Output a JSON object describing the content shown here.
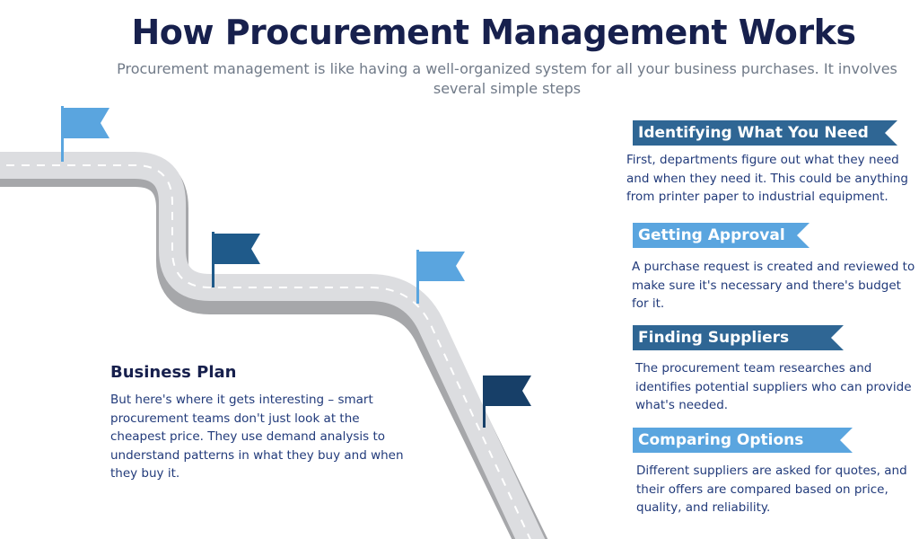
{
  "header": {
    "title": "How Procurement Management Works",
    "subtitle": "Procurement management is like having a well-organized system for all your business purchases. It involves several simple steps"
  },
  "business_plan": {
    "heading": "Business Plan",
    "text": "But here's where it gets interesting – smart procurement teams don't just look at the cheapest price. They use demand analysis to understand patterns in what they buy and when they buy it."
  },
  "steps": [
    {
      "title": "Identifying What You Need",
      "text": "First, departments figure out what they need and when they need it. This could be anything from printer paper to industrial equipment.",
      "color": "#2f6694"
    },
    {
      "title": "Getting Approval",
      "text": "A purchase request is created and reviewed to make sure it's necessary and there's budget for it.",
      "color": "#5aa5df"
    },
    {
      "title": "Finding Suppliers",
      "text": "The procurement team researches and identifies potential suppliers who can provide what's needed.",
      "color": "#2f6694"
    },
    {
      "title": "Comparing Options",
      "text": "Different suppliers are asked for quotes, and their offers are compared based on price, quality, and reliability.",
      "color": "#5aa5df"
    }
  ],
  "colors": {
    "road": "#dcdde0",
    "road_edge": "#a6a7aa",
    "lane_marking": "#ffffff",
    "flag_light": "#5aa5df",
    "flag_dark": "#1f5a8a",
    "flag_darkest": "#173f68"
  }
}
